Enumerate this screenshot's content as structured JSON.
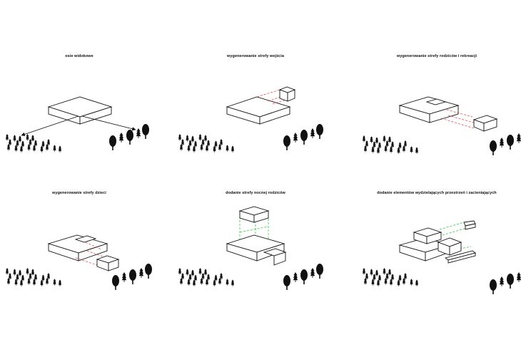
{
  "colors": {
    "ink": "#111111",
    "red": "#e23a3a",
    "green": "#2ecc40",
    "paper": "#ffffff"
  },
  "icons": [
    "conifer-tree-icon",
    "round-tree-icon",
    "view-arrow-icon"
  ],
  "panels": [
    {
      "caption": "osie widokowe"
    },
    {
      "caption": "wygenerowanie strefy wejścia"
    },
    {
      "caption": "wygenerowanie strefy rodziców i rekreacji"
    },
    {
      "caption": "wygenerowanie strefy dzieci"
    },
    {
      "caption": "dodanie strefy nocnej rodziców"
    },
    {
      "caption": "dodanie elementów wydzielających przestrzeń i zacieniających"
    }
  ]
}
